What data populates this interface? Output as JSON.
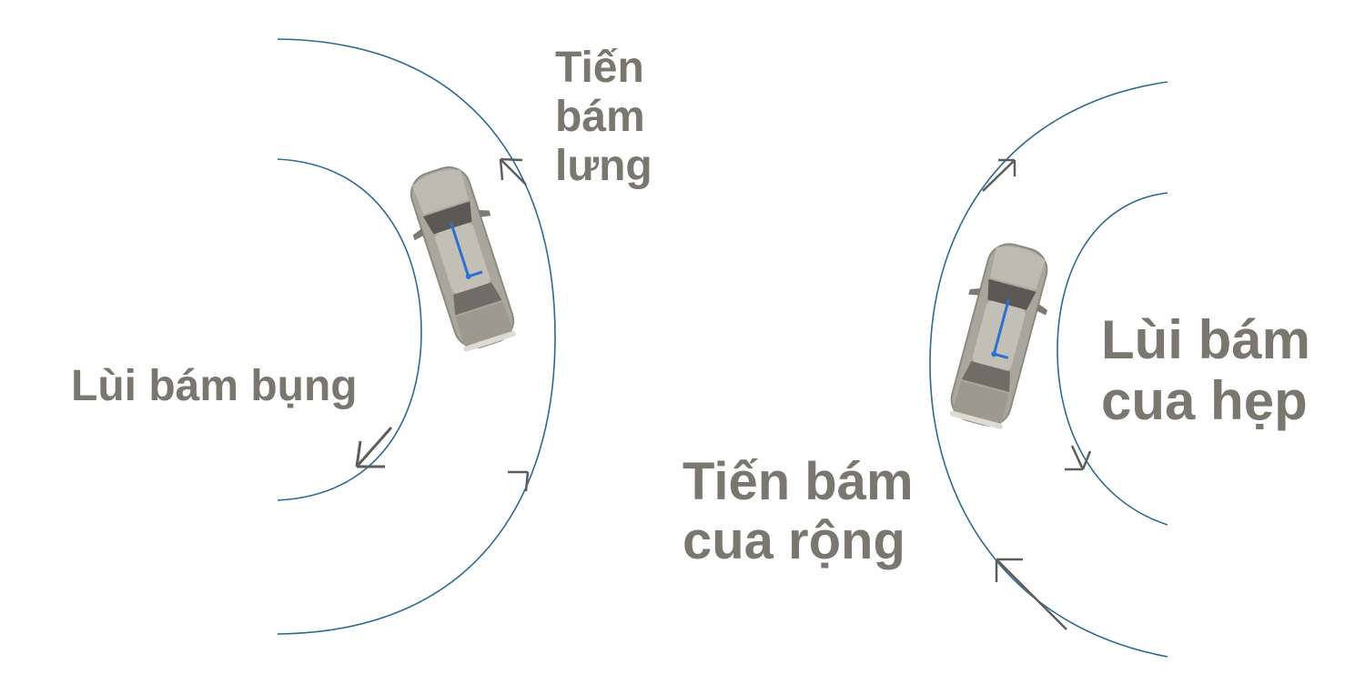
{
  "labels": {
    "forward_inner": "Tiến\nbám\nlưng",
    "reverse_outer": "Lùi bám bụng",
    "reverse_narrow": "Lùi bám\ncua hẹp",
    "forward_wide": "Tiến bám\ncua rộng"
  },
  "colors": {
    "text": "#7a776f",
    "curve": "#2e6a8c",
    "arrow": "#5d5d5d",
    "car_body": "#a9a69c",
    "car_dark": "#6f6d66",
    "car_glass": "#5a5955",
    "axis": "#2f6fd0"
  },
  "icons": [
    "car-icon",
    "arrow-icon"
  ]
}
